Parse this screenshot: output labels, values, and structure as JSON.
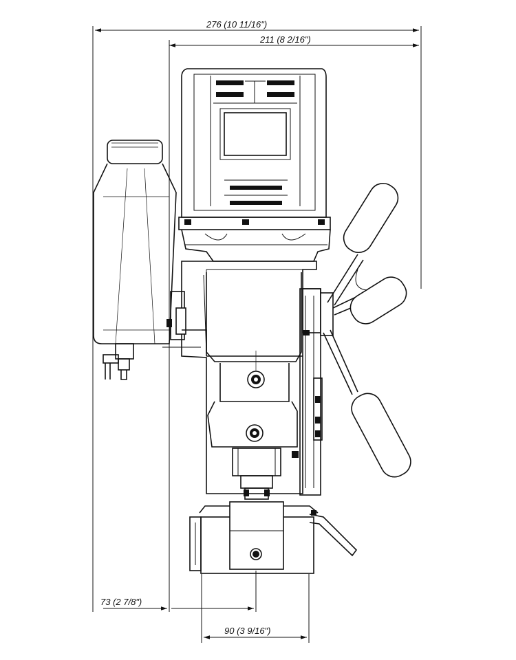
{
  "dimensions": {
    "overall_width": "276  (10  11/16\")",
    "body_width": "211  (8  2/16\")",
    "spindle_offset": "73  (2  7/8\")",
    "base_width": "90  (3  9/16\")"
  }
}
